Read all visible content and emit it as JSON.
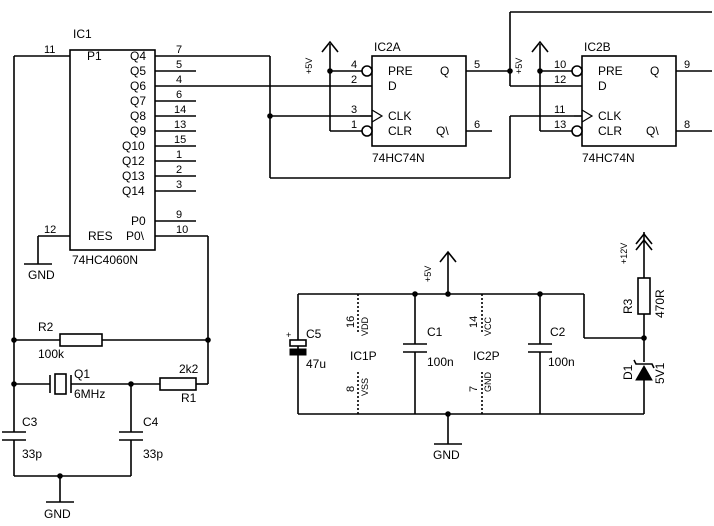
{
  "ic1": {
    "name": "IC1",
    "part": "74HC4060N",
    "pins": {
      "p1": "P1",
      "p1_num": "11",
      "q4": "Q4",
      "q4_num": "7",
      "q5": "Q5",
      "q5_num": "5",
      "q6": "Q6",
      "q6_num": "4",
      "q7": "Q7",
      "q7_num": "6",
      "q8": "Q8",
      "q8_num": "14",
      "q9": "Q9",
      "q9_num": "13",
      "q10": "Q10",
      "q10_num": "15",
      "q12": "Q12",
      "q12_num": "1",
      "q13": "Q13",
      "q13_num": "2",
      "q14": "Q14",
      "q14_num": "3",
      "p0": "P0",
      "p0_num": "9",
      "p0n": "P0\\",
      "p0n_num": "10",
      "res": "RES",
      "res_num": "12"
    }
  },
  "ic2a": {
    "name": "IC2A",
    "part": "74HC74N",
    "pre": "PRE",
    "d": "D",
    "clk": "CLK",
    "clr": "CLR",
    "q": "Q",
    "qn": "Q\\",
    "pre_num": "4",
    "d_num": "2",
    "clk_num": "3",
    "clr_num": "1",
    "q_num": "5",
    "qn_num": "6"
  },
  "ic2b": {
    "name": "IC2B",
    "part": "74HC74N",
    "pre": "PRE",
    "d": "D",
    "clk": "CLK",
    "clr": "CLR",
    "q": "Q",
    "qn": "Q\\",
    "pre_num": "10",
    "d_num": "12",
    "clk_num": "11",
    "clr_num": "13",
    "q_num": "9",
    "qn_num": "8"
  },
  "rails": {
    "plus5": "+5V",
    "plus12": "+12V",
    "gnd": "GND"
  },
  "components": {
    "r2": {
      "ref": "R2",
      "value": "100k"
    },
    "r1": {
      "ref": "R1",
      "value": "2k2"
    },
    "q1": {
      "ref": "Q1",
      "value": "6MHz"
    },
    "c3": {
      "ref": "C3",
      "value": "33p"
    },
    "c4": {
      "ref": "C4",
      "value": "33p"
    },
    "c5": {
      "ref": "C5",
      "value": "47u",
      "polarity": "+"
    },
    "c1": {
      "ref": "C1",
      "value": "100n"
    },
    "c2": {
      "ref": "C2",
      "value": "100n"
    },
    "r3": {
      "ref": "R3",
      "value": "470R"
    },
    "d1": {
      "ref": "D1",
      "value": "5V1"
    }
  },
  "power_pins": {
    "ic1p": {
      "name": "IC1P",
      "top_num": "16",
      "top_label": "VDD",
      "bot_num": "8",
      "bot_label": "VSS"
    },
    "ic2p": {
      "name": "IC2P",
      "top_num": "14",
      "top_label": "VCC",
      "bot_num": "7",
      "bot_label": "GND"
    }
  }
}
